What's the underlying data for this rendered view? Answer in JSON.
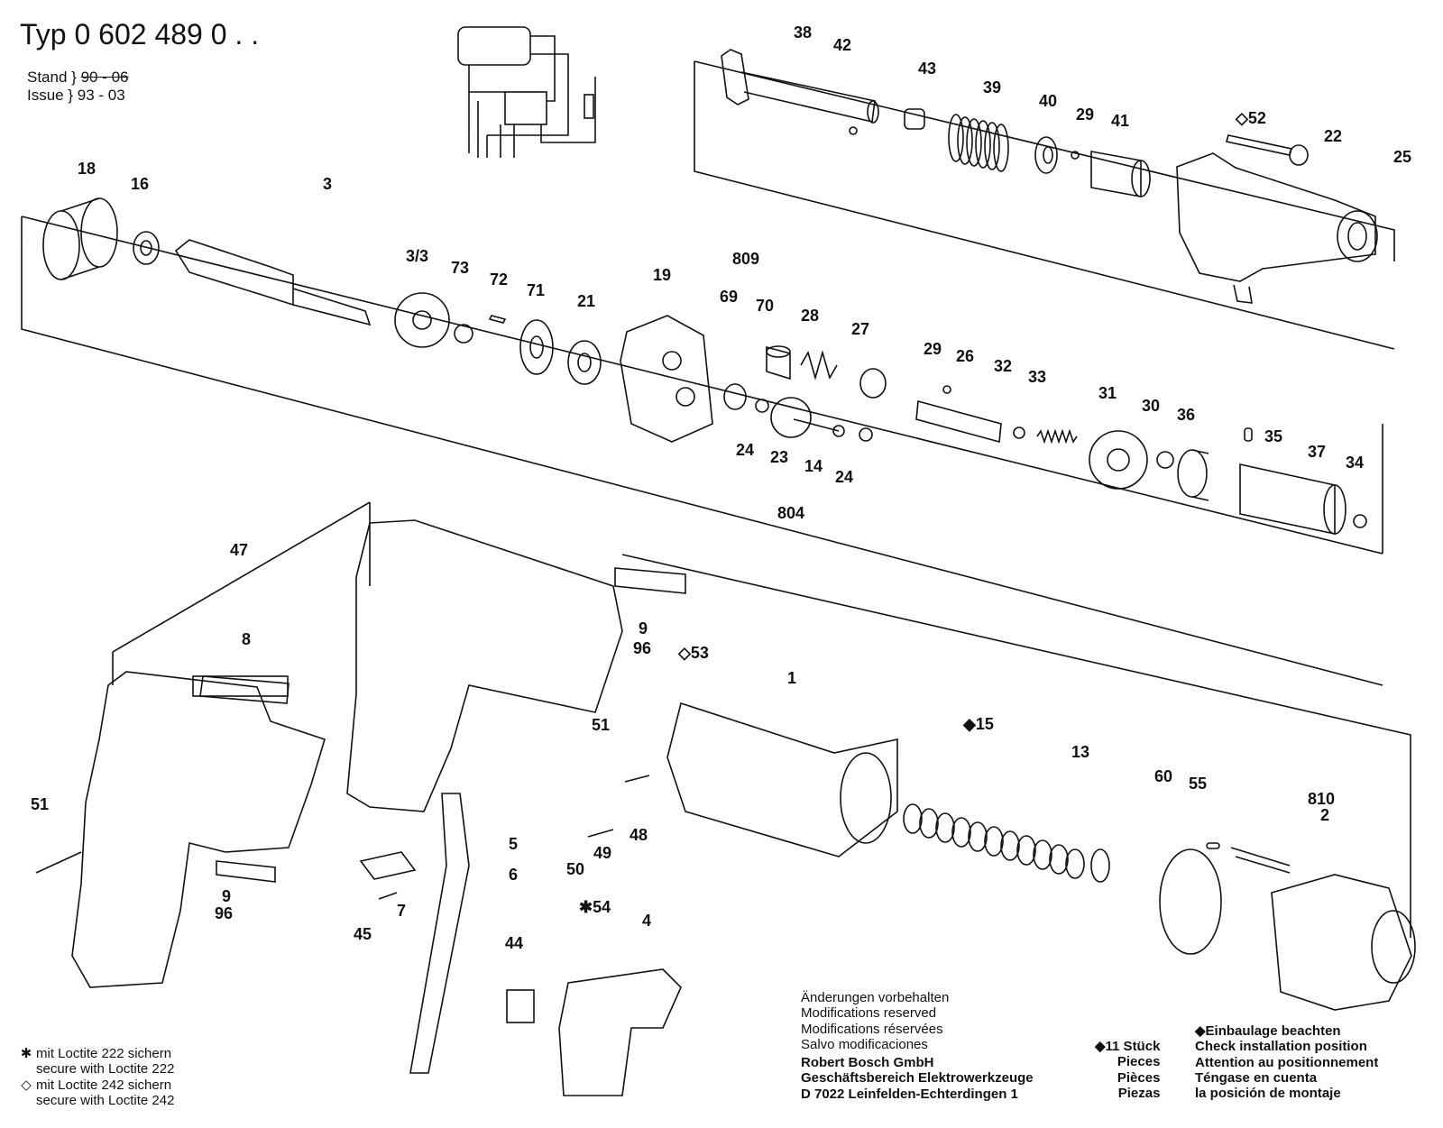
{
  "header": {
    "type_prefix": "Typ",
    "type_number": "0 602 489 0 . .",
    "stand_label": "Stand",
    "stand_value": "90 - 06",
    "issue_label": "Issue",
    "issue_value": "93 - 03"
  },
  "callouts": [
    {
      "id": "c38",
      "text": "38"
    },
    {
      "id": "c42",
      "text": "42"
    },
    {
      "id": "c43",
      "text": "43"
    },
    {
      "id": "c39",
      "text": "39"
    },
    {
      "id": "c40",
      "text": "40"
    },
    {
      "id": "c29a",
      "text": "29"
    },
    {
      "id": "c41",
      "text": "41"
    },
    {
      "id": "c52",
      "text": "◇52"
    },
    {
      "id": "c22",
      "text": "22"
    },
    {
      "id": "c25",
      "text": "25"
    },
    {
      "id": "c18",
      "text": "18"
    },
    {
      "id": "c16",
      "text": "16"
    },
    {
      "id": "c3",
      "text": "3"
    },
    {
      "id": "c33x",
      "text": "3/3"
    },
    {
      "id": "c73",
      "text": "73"
    },
    {
      "id": "c72",
      "text": "72"
    },
    {
      "id": "c71",
      "text": "71"
    },
    {
      "id": "c21",
      "text": "21"
    },
    {
      "id": "c19",
      "text": "19"
    },
    {
      "id": "c809",
      "text": "809"
    },
    {
      "id": "c69",
      "text": "69"
    },
    {
      "id": "c70",
      "text": "70"
    },
    {
      "id": "c28",
      "text": "28"
    },
    {
      "id": "c27",
      "text": "27"
    },
    {
      "id": "c29b",
      "text": "29"
    },
    {
      "id": "c26",
      "text": "26"
    },
    {
      "id": "c32",
      "text": "32"
    },
    {
      "id": "c33",
      "text": "33"
    },
    {
      "id": "c31",
      "text": "31"
    },
    {
      "id": "c30",
      "text": "30"
    },
    {
      "id": "c36",
      "text": "36"
    },
    {
      "id": "c35",
      "text": "35"
    },
    {
      "id": "c37",
      "text": "37"
    },
    {
      "id": "c34",
      "text": "34"
    },
    {
      "id": "c24a",
      "text": "24"
    },
    {
      "id": "c23",
      "text": "23"
    },
    {
      "id": "c14",
      "text": "14"
    },
    {
      "id": "c24b",
      "text": "24"
    },
    {
      "id": "c804",
      "text": "804"
    },
    {
      "id": "c47",
      "text": "47"
    },
    {
      "id": "c8",
      "text": "8"
    },
    {
      "id": "c9a",
      "text": "9"
    },
    {
      "id": "c96a",
      "text": "96"
    },
    {
      "id": "c53",
      "text": "◇53"
    },
    {
      "id": "c1",
      "text": "1"
    },
    {
      "id": "c15",
      "text": "◆15"
    },
    {
      "id": "c13",
      "text": "13"
    },
    {
      "id": "c60",
      "text": "60"
    },
    {
      "id": "c55",
      "text": "55"
    },
    {
      "id": "c810",
      "text": "810"
    },
    {
      "id": "c2",
      "text": "2"
    },
    {
      "id": "c51a",
      "text": "51"
    },
    {
      "id": "c51b",
      "text": "51"
    },
    {
      "id": "c9b",
      "text": "9"
    },
    {
      "id": "c96b",
      "text": "96"
    },
    {
      "id": "c5",
      "text": "5"
    },
    {
      "id": "c6",
      "text": "6"
    },
    {
      "id": "c7",
      "text": "7"
    },
    {
      "id": "c45",
      "text": "45"
    },
    {
      "id": "c50",
      "text": "50"
    },
    {
      "id": "c49",
      "text": "49"
    },
    {
      "id": "c48",
      "text": "48"
    },
    {
      "id": "c54",
      "text": "✱54"
    },
    {
      "id": "c4",
      "text": "4"
    },
    {
      "id": "c44",
      "text": "44"
    }
  ],
  "legend": {
    "loctite222_de": "mit Loctite 222 sichern",
    "loctite222_en": "secure with Loctite 222",
    "loctite242_de": "mit Loctite 242 sichern",
    "loctite242_en": "secure with Loctite 242",
    "star_symbol": "✱",
    "diamond_symbol": "◇"
  },
  "modifications": {
    "de": "Änderungen vorbehalten",
    "en": "Modifications reserved",
    "fr": "Modifications réservées",
    "es": "Salvo modificaciones"
  },
  "company": {
    "name": "Robert Bosch GmbH",
    "division": "Geschäftsbereich Elektrowerkzeuge",
    "address": "D 7022 Leinfelden-Echterdingen 1"
  },
  "pieces": {
    "count": "◆11 Stück",
    "en": "Pieces",
    "fr": "Pièces",
    "es": "Piezas"
  },
  "installation": {
    "de": "◆Einbaulage beachten",
    "en": "Check installation position",
    "fr": "Attention au positionnement",
    "es": "Téngase en cuenta",
    "es2": "la posición de montaje"
  }
}
